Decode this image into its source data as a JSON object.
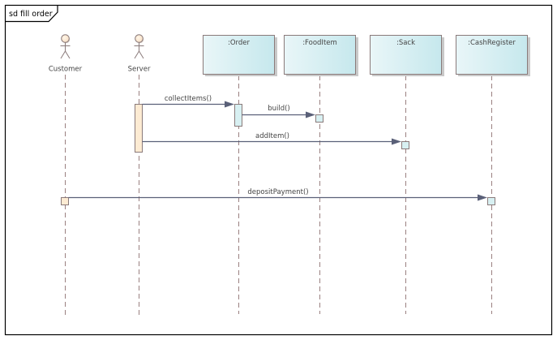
{
  "diagram": {
    "frame_label": "sd fill order",
    "kind": "UML sequence diagram"
  },
  "participants": [
    {
      "id": "customer",
      "label": "Customer",
      "type": "actor"
    },
    {
      "id": "server",
      "label": "Server",
      "type": "actor"
    },
    {
      "id": "order",
      "label": ":Order",
      "type": "object"
    },
    {
      "id": "fooditem",
      "label": ":FoodItem",
      "type": "object"
    },
    {
      "id": "sack",
      "label": ":Sack",
      "type": "object"
    },
    {
      "id": "cashregister",
      "label": ":CashRegister",
      "type": "object"
    }
  ],
  "messages": [
    {
      "label": "collectItems()",
      "from": "server",
      "to": "order"
    },
    {
      "label": "build()",
      "from": "order",
      "to": "fooditem"
    },
    {
      "label": "addItem()",
      "from": "server",
      "to": "sack"
    },
    {
      "label": "depositPayment()",
      "from": "customer",
      "to": "cashregister"
    }
  ],
  "colors": {
    "object_fill_start": "#e6f5f7",
    "object_fill_end": "#c9e9ee",
    "object_border": "#8a7a7a",
    "actor_head_fill": "#fde9cf",
    "actor_stroke": "#8a7a7a",
    "lifeline": "#9a8080",
    "message_line": "#5a6078",
    "activation_actor_fill": "#fdebd3",
    "activation_object_fill": "#d8f0f2",
    "frame": "#000000",
    "text": "#444444"
  }
}
